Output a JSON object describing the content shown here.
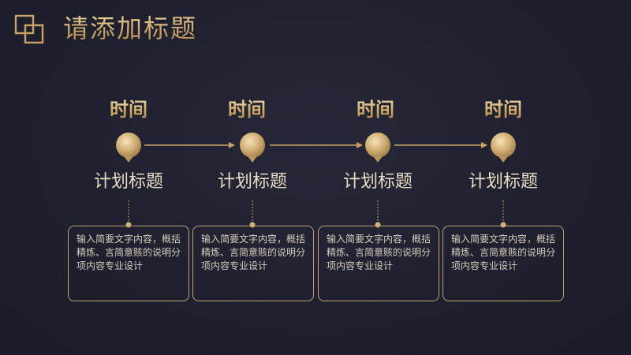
{
  "header": {
    "logo_icon": "overlapping-squares-icon",
    "title": "请添加标题"
  },
  "colors": {
    "background": "#1f2030",
    "gold": "#c9a264",
    "gold_light": "#f0d9a4",
    "text_light": "#e8dcc3"
  },
  "steps": [
    {
      "time": "时间",
      "plan": "计划标题",
      "desc": "输入简要文字内容，概括精炼、言简意赅的说明分项内容专业设计"
    },
    {
      "time": "时间",
      "plan": "计划标题",
      "desc": "输入简要文字内容，概括精炼、言简意赅的说明分项内容专业设计"
    },
    {
      "time": "时间",
      "plan": "计划标题",
      "desc": "输入简要文字内容，概括精炼、言简意赅的说明分项内容专业设计"
    },
    {
      "time": "时间",
      "plan": "计划标题",
      "desc": "输入简要文字内容，概括精炼、言简意赅的说明分项内容专业设计"
    }
  ]
}
